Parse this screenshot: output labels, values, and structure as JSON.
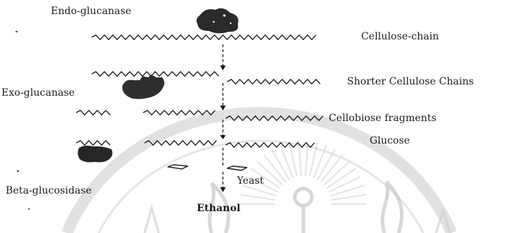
{
  "labels": {
    "endo_glucanase": "Endo-glucanase",
    "exo_glucanase": "Exo-glucanase",
    "beta_glucosidase": "Beta-glucosidase",
    "cellulose_chain": "Cellulose-chain",
    "shorter_chains": "Shorter Cellulose Chains",
    "cellobiose": "Cellobiose fragments",
    "glucose": "Glucose",
    "yeast": "Yeast",
    "ethanol": "Ethanol"
  },
  "colors": {
    "ink": "#1a1a1a",
    "enzyme": "#2a2a2a",
    "watermark": "#bdbdbd"
  },
  "icons": [
    "endo-glucanase-enzyme-icon",
    "exo-glucanase-enzyme-icon",
    "beta-glucosidase-enzyme-icon",
    "university-seal-watermark-icon"
  ]
}
